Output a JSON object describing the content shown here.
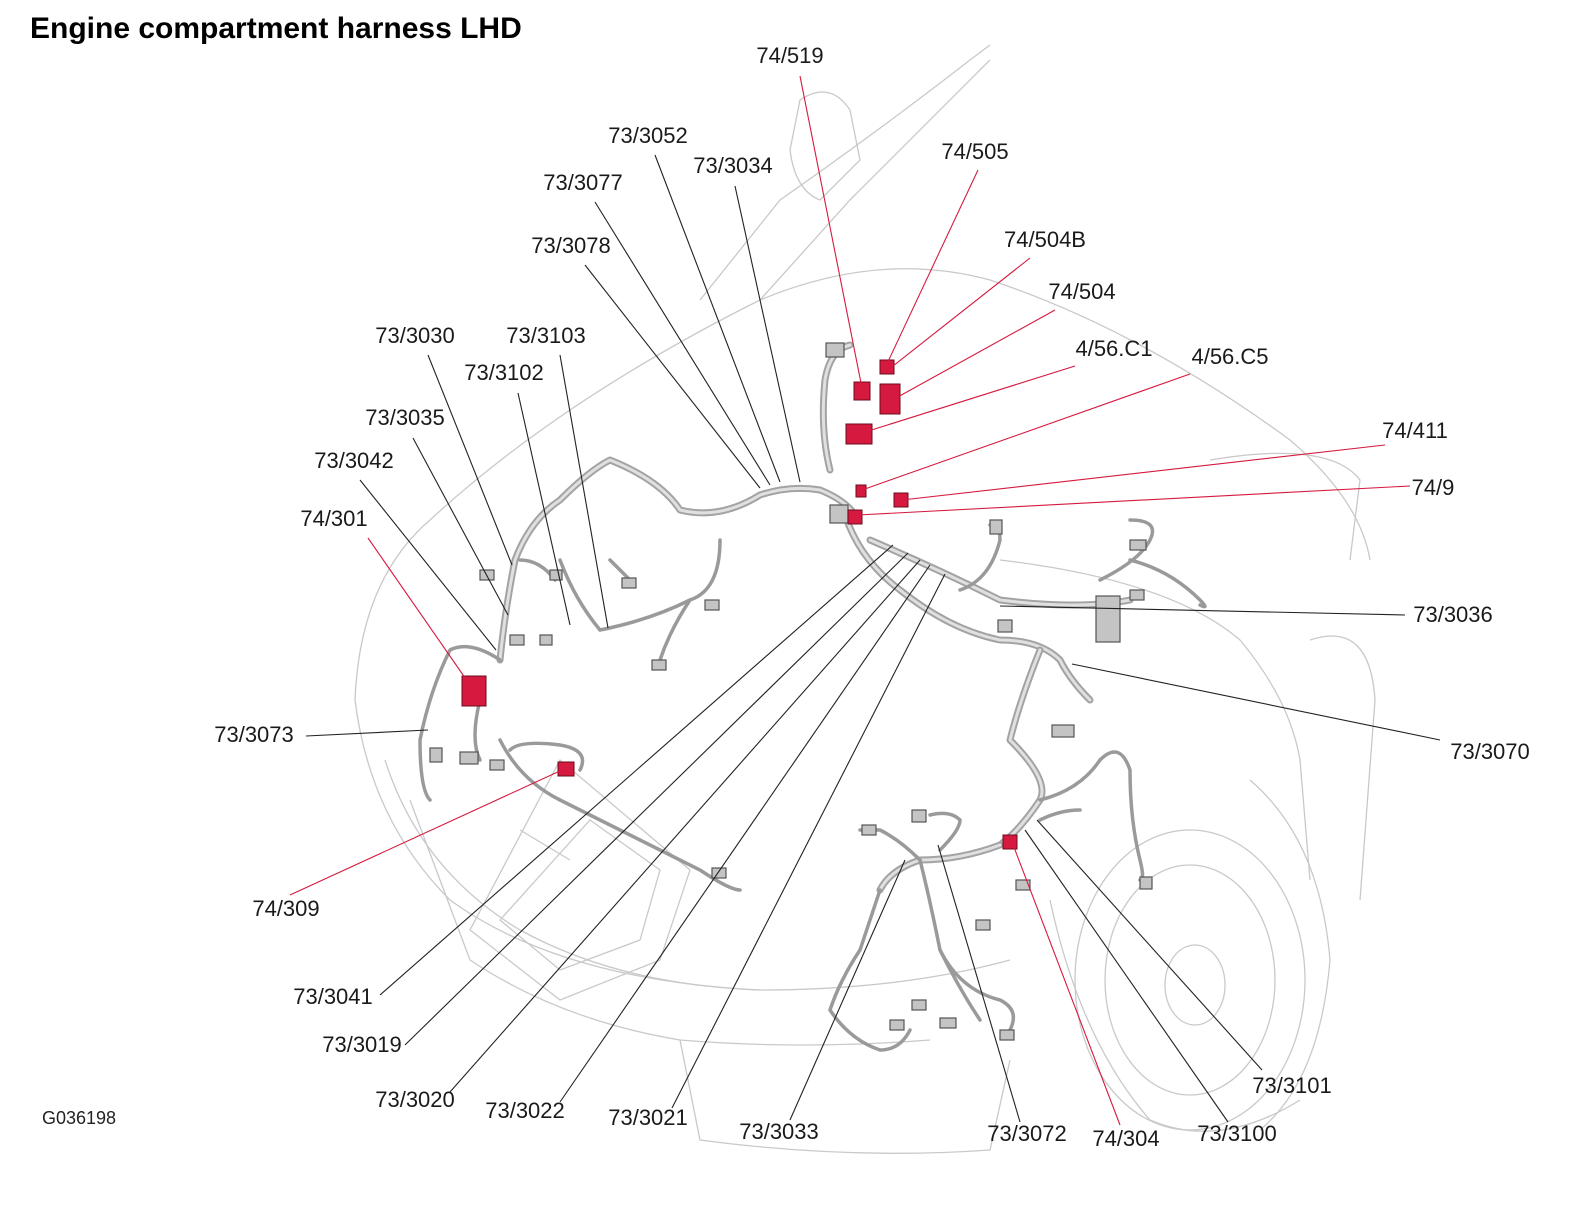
{
  "title": "Engine compartment harness LHD",
  "figure_code": "G036198",
  "colors": {
    "highlight": "#d6193f",
    "leader_gray": "#222222",
    "leader_red": "#d6193f",
    "car_outline": "#c9c9c9",
    "harness": "#a3a3a3"
  },
  "labels": [
    {
      "id": "74-519",
      "text": "74/519",
      "highlight": true
    },
    {
      "id": "73-3052",
      "text": "73/3052",
      "highlight": false
    },
    {
      "id": "73-3034",
      "text": "73/3034",
      "highlight": false
    },
    {
      "id": "74-505",
      "text": "74/505",
      "highlight": true
    },
    {
      "id": "73-3077",
      "text": "73/3077",
      "highlight": false
    },
    {
      "id": "74-504B",
      "text": "74/504B",
      "highlight": true
    },
    {
      "id": "73-3078",
      "text": "73/3078",
      "highlight": false
    },
    {
      "id": "74-504",
      "text": "74/504",
      "highlight": true
    },
    {
      "id": "73-3030",
      "text": "73/3030",
      "highlight": false
    },
    {
      "id": "73-3103",
      "text": "73/3103",
      "highlight": false
    },
    {
      "id": "4-56-C1",
      "text": "4/56.C1",
      "highlight": true
    },
    {
      "id": "4-56-C5",
      "text": "4/56.C5",
      "highlight": true
    },
    {
      "id": "73-3102",
      "text": "73/3102",
      "highlight": false
    },
    {
      "id": "73-3035",
      "text": "73/3035",
      "highlight": false
    },
    {
      "id": "74-411",
      "text": "74/411",
      "highlight": true
    },
    {
      "id": "73-3042",
      "text": "73/3042",
      "highlight": false
    },
    {
      "id": "74-9",
      "text": "74/9",
      "highlight": true
    },
    {
      "id": "74-301",
      "text": "74/301",
      "highlight": true
    },
    {
      "id": "73-3036",
      "text": "73/3036",
      "highlight": false
    },
    {
      "id": "73-3073",
      "text": "73/3073",
      "highlight": false
    },
    {
      "id": "73-3070",
      "text": "73/3070",
      "highlight": false
    },
    {
      "id": "74-309",
      "text": "74/309",
      "highlight": true
    },
    {
      "id": "73-3041",
      "text": "73/3041",
      "highlight": false
    },
    {
      "id": "73-3019",
      "text": "73/3019",
      "highlight": false
    },
    {
      "id": "73-3101",
      "text": "73/3101",
      "highlight": false
    },
    {
      "id": "73-3020",
      "text": "73/3020",
      "highlight": false
    },
    {
      "id": "73-3022",
      "text": "73/3022",
      "highlight": false
    },
    {
      "id": "73-3021",
      "text": "73/3021",
      "highlight": false
    },
    {
      "id": "73-3033",
      "text": "73/3033",
      "highlight": false
    },
    {
      "id": "73-3072",
      "text": "73/3072",
      "highlight": false
    },
    {
      "id": "74-304",
      "text": "74/304",
      "highlight": true
    },
    {
      "id": "73-3100",
      "text": "73/3100",
      "highlight": false
    }
  ]
}
